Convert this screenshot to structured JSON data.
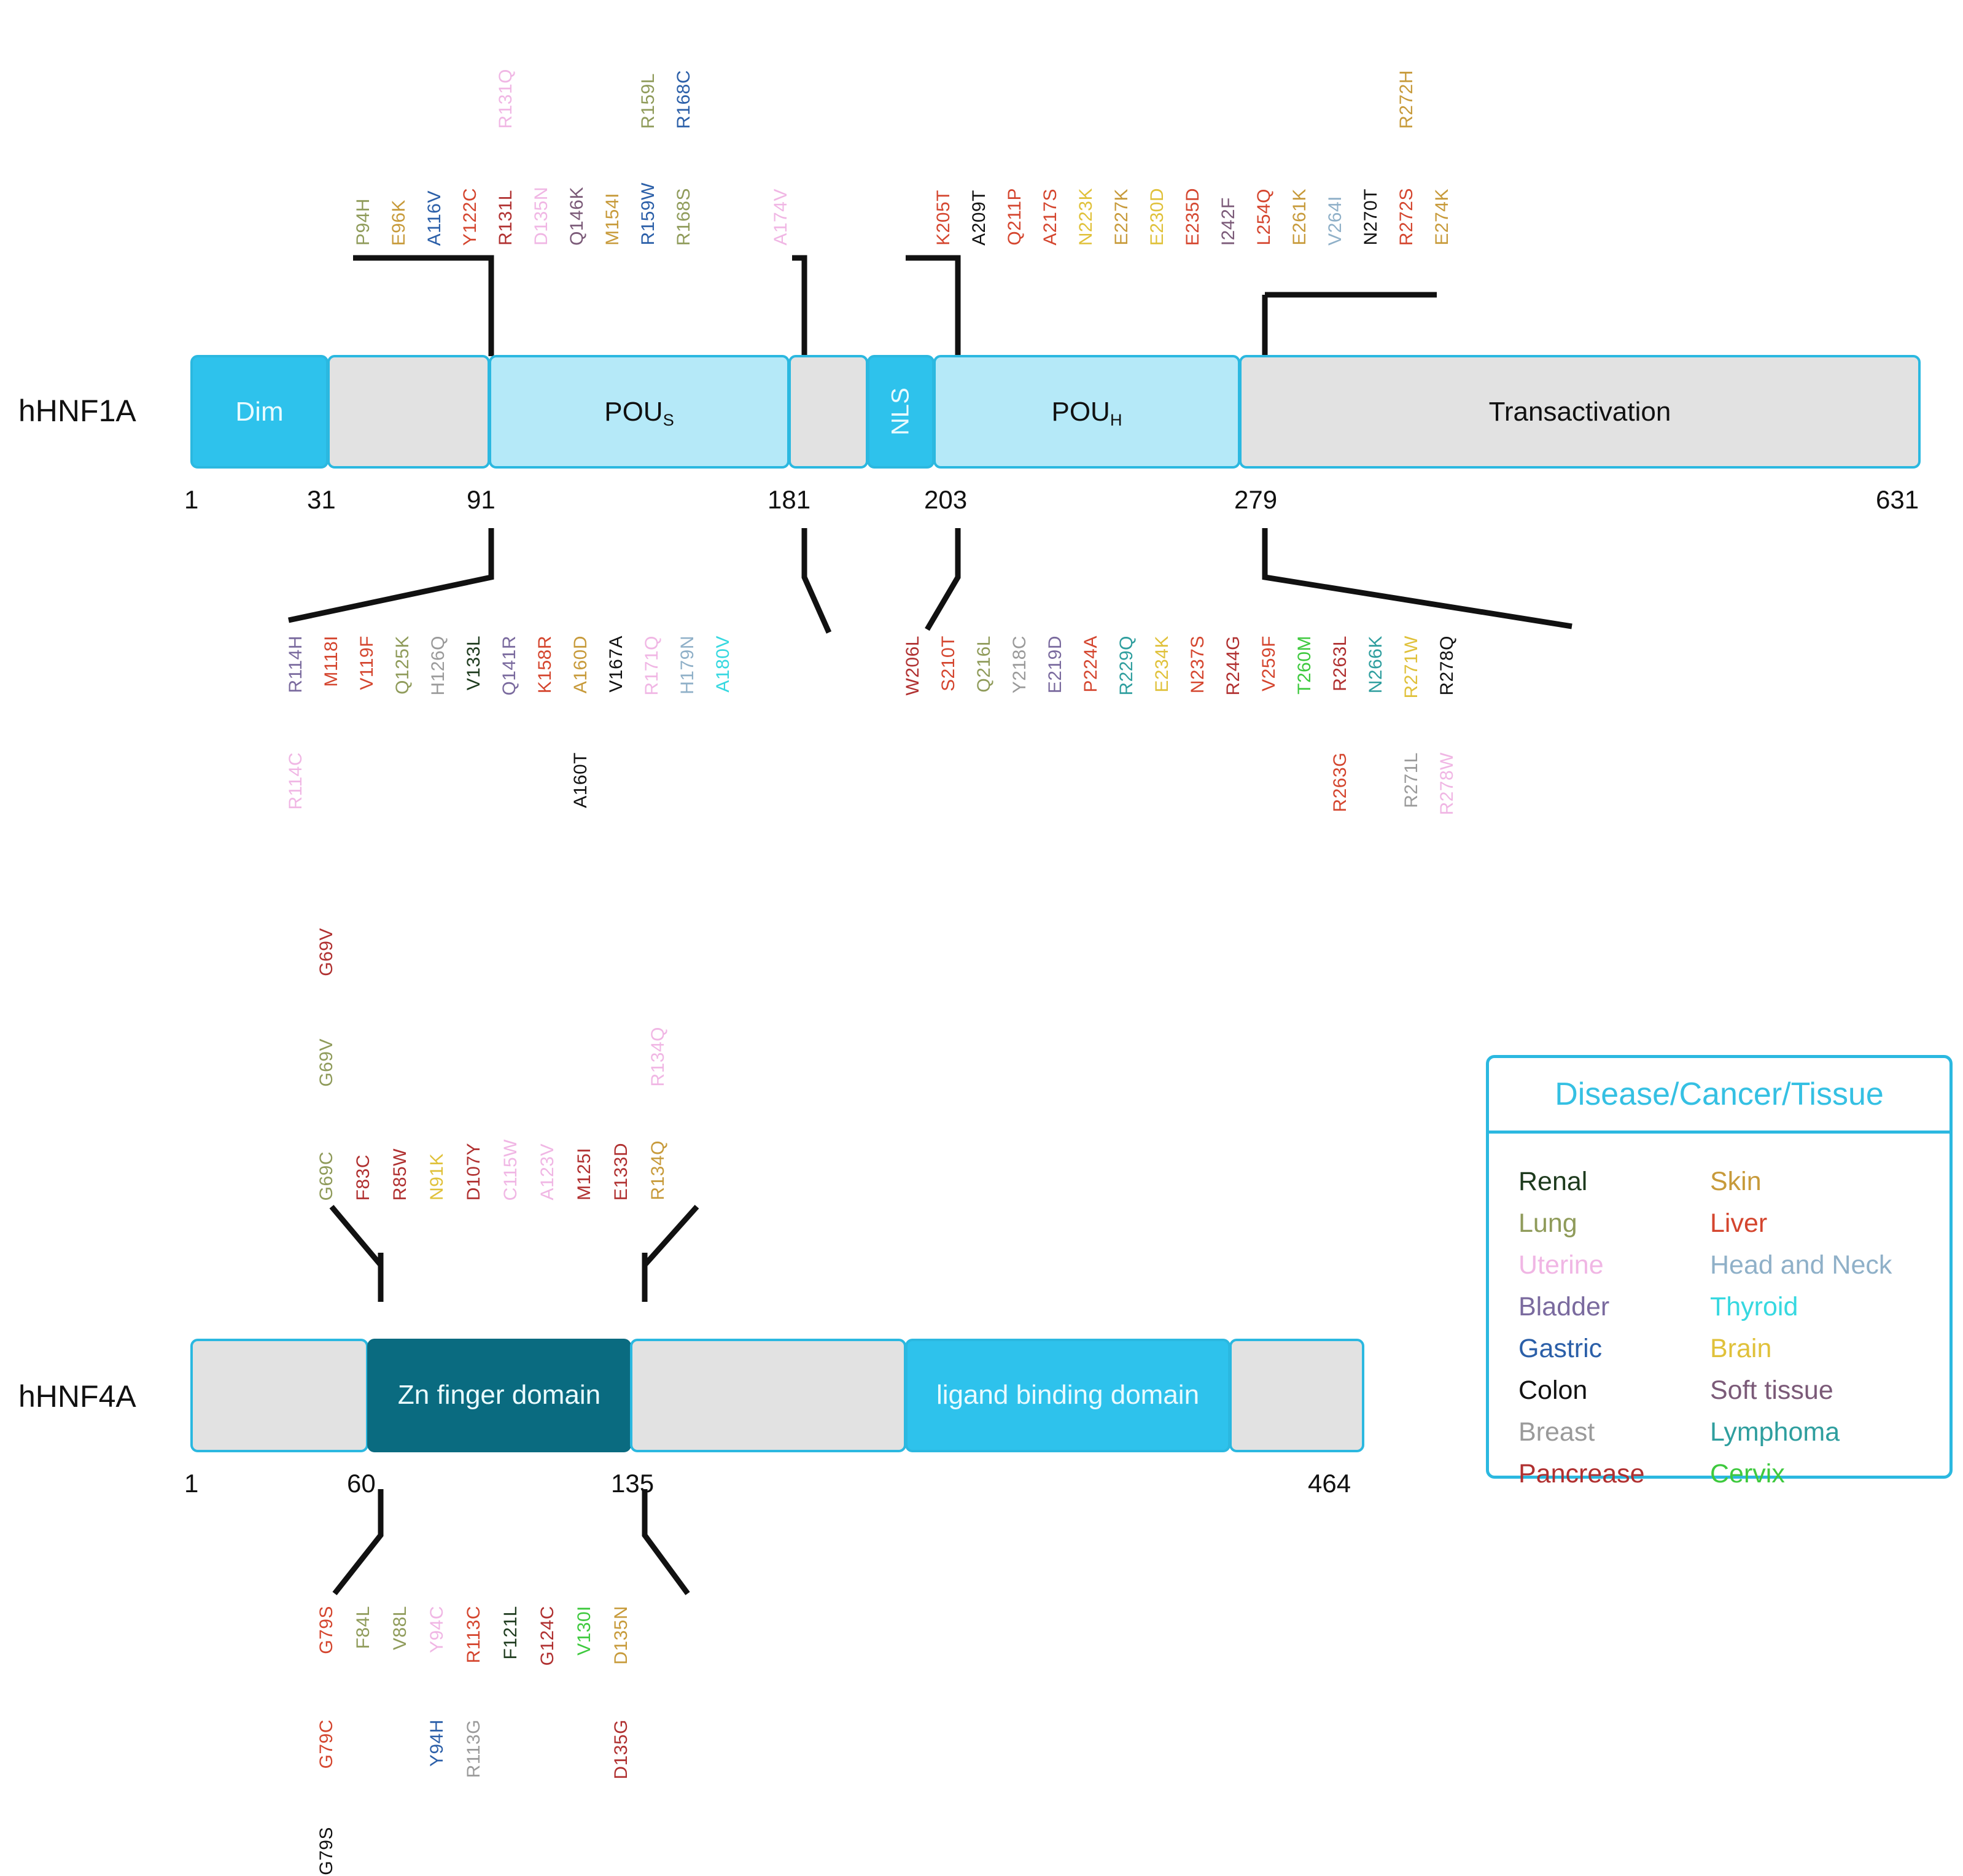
{
  "palette": {
    "renal": "#1d3a1d",
    "lung": "#8f9b5a",
    "uterine": "#f0b6e4",
    "bladder": "#7a6a9e",
    "gastric": "#2b5fa8",
    "colon": "#111111",
    "breast": "#9a9a9a",
    "pancrease": "#b03030",
    "skin": "#c79a3a",
    "liver": "#d4452e",
    "headneck": "#8fb0c8",
    "thyroid": "#36d8e0",
    "brain": "#e0c13a",
    "softtissue": "#7b5a78",
    "lymphoma": "#2e9e9e",
    "cervix": "#3ec93e",
    "bar_border": "#2bb8e0",
    "bar_gray": "#e2e2e2",
    "bar_cyan": "#2ec2ec",
    "bar_lightcyan": "#b5e9f8",
    "bar_teal": "#0a6b80"
  },
  "proteins": {
    "hnf1a": {
      "name": "hHNF1A",
      "segments": [
        {
          "label": "Dim",
          "style": "cyan"
        },
        {
          "label": "",
          "style": "gray"
        },
        {
          "label": "POUs",
          "style": "lightcyan",
          "sub": "S",
          "base": "POU"
        },
        {
          "label": "",
          "style": "gray"
        },
        {
          "label": "NLS",
          "style": "cyan",
          "vertical": true
        },
        {
          "label": "POUH",
          "style": "lightcyan",
          "sub": "H",
          "base": "POU"
        },
        {
          "label": "Transactivation",
          "style": "gray"
        }
      ],
      "ticks": [
        "1",
        "31",
        "91",
        "181",
        "203",
        "279",
        "631"
      ]
    },
    "hnf4a": {
      "name": "hHNF4A",
      "segments": [
        {
          "label": "",
          "style": "gray"
        },
        {
          "label": "Zn finger domain",
          "style": "teal"
        },
        {
          "label": "",
          "style": "gray"
        },
        {
          "label": "ligand binding domain",
          "style": "cyan"
        },
        {
          "label": "",
          "style": "gray"
        }
      ],
      "ticks": [
        "1",
        "60",
        "135",
        "464"
      ]
    }
  },
  "hnf1a_top_groups": [
    {
      "anchor_label": "91",
      "row1": [
        {
          "t": "P94H",
          "c": "lung"
        },
        {
          "t": "E96K",
          "c": "skin"
        },
        {
          "t": "A116V",
          "c": "gastric"
        },
        {
          "t": "Y122C",
          "c": "liver"
        },
        {
          "t": "R131L",
          "c": "pancrease"
        },
        {
          "t": "D135N",
          "c": "uterine"
        },
        {
          "t": "Q146K",
          "c": "softtissue"
        },
        {
          "t": "M154I",
          "c": "skin"
        },
        {
          "t": "R159W",
          "c": "gastric"
        },
        {
          "t": "R168S",
          "c": "lung"
        }
      ],
      "row2": [
        {
          "t": "R131Q",
          "c": "uterine",
          "over": "R131L"
        },
        {
          "t": "R159L",
          "c": "lung",
          "over": "R159W"
        },
        {
          "t": "R168C",
          "c": "gastric",
          "over": "R168S"
        }
      ]
    },
    {
      "anchor_label": "181",
      "row1": [
        {
          "t": "A174V",
          "c": "uterine"
        }
      ],
      "row2": []
    },
    {
      "anchor_label": "203",
      "row1": [
        {
          "t": "K205T",
          "c": "liver"
        },
        {
          "t": "A209T",
          "c": "colon"
        },
        {
          "t": "Q211P",
          "c": "liver"
        },
        {
          "t": "A217S",
          "c": "liver"
        },
        {
          "t": "N223K",
          "c": "brain"
        },
        {
          "t": "E227K",
          "c": "skin"
        },
        {
          "t": "E230D",
          "c": "brain"
        },
        {
          "t": "E235D",
          "c": "liver"
        },
        {
          "t": "I242F",
          "c": "softtissue"
        },
        {
          "t": "L254Q",
          "c": "liver"
        },
        {
          "t": "E261K",
          "c": "skin"
        },
        {
          "t": "V264I",
          "c": "headneck"
        },
        {
          "t": "N270T",
          "c": "colon"
        },
        {
          "t": "R272S",
          "c": "liver"
        },
        {
          "t": "E274K",
          "c": "skin"
        }
      ],
      "row2": [
        {
          "t": "R272H",
          "c": "skin",
          "over": "R272S"
        }
      ]
    }
  ],
  "hnf1a_bottom_groups": [
    {
      "anchor_label": "91",
      "row1": [
        {
          "t": "R114H",
          "c": "bladder"
        },
        {
          "t": "M118I",
          "c": "liver"
        },
        {
          "t": "V119F",
          "c": "liver"
        },
        {
          "t": "Q125K",
          "c": "lung"
        },
        {
          "t": "H126Q",
          "c": "breast"
        },
        {
          "t": "V133L",
          "c": "renal"
        },
        {
          "t": "Q141R",
          "c": "bladder"
        },
        {
          "t": "K158R",
          "c": "liver"
        },
        {
          "t": "A160D",
          "c": "skin"
        },
        {
          "t": "V167A",
          "c": "colon"
        },
        {
          "t": "R171Q",
          "c": "uterine"
        },
        {
          "t": "H179N",
          "c": "headneck"
        },
        {
          "t": "A180V",
          "c": "thyroid"
        }
      ],
      "row2": [
        {
          "t": "R114C",
          "c": "uterine",
          "over": "R114H"
        },
        {
          "t": "A160T",
          "c": "colon",
          "over": "A160D"
        }
      ]
    },
    {
      "anchor_label": "203",
      "row1": [
        {
          "t": "W206L",
          "c": "pancrease"
        },
        {
          "t": "S210T",
          "c": "liver"
        },
        {
          "t": "Q216L",
          "c": "lung"
        },
        {
          "t": "Y218C",
          "c": "breast"
        },
        {
          "t": "E219D",
          "c": "bladder"
        },
        {
          "t": "P224A",
          "c": "liver"
        },
        {
          "t": "R229Q",
          "c": "lymphoma"
        },
        {
          "t": "E234K",
          "c": "brain"
        },
        {
          "t": "N237S",
          "c": "liver"
        },
        {
          "t": "R244G",
          "c": "pancrease"
        },
        {
          "t": "V259F",
          "c": "liver"
        },
        {
          "t": "T260M",
          "c": "cervix"
        },
        {
          "t": "R263L",
          "c": "pancrease"
        },
        {
          "t": "N266K",
          "c": "lymphoma"
        },
        {
          "t": "R271W",
          "c": "brain"
        },
        {
          "t": "R278Q",
          "c": "colon"
        }
      ],
      "row2": [
        {
          "t": "R263G",
          "c": "liver",
          "over": "R263L"
        },
        {
          "t": "R271L",
          "c": "breast",
          "over": "R271W"
        },
        {
          "t": "R278W",
          "c": "uterine",
          "over": "R278Q"
        }
      ]
    }
  ],
  "hnf4a_top_groups": [
    {
      "anchor_label": "60",
      "row1": [
        {
          "t": "G69C",
          "c": "lung"
        },
        {
          "t": "F83C",
          "c": "pancrease"
        },
        {
          "t": "R85W",
          "c": "pancrease"
        },
        {
          "t": "N91K",
          "c": "brain"
        },
        {
          "t": "D107Y",
          "c": "pancrease"
        },
        {
          "t": "C115W",
          "c": "uterine"
        },
        {
          "t": "A123V",
          "c": "uterine"
        },
        {
          "t": "M125I",
          "c": "pancrease"
        },
        {
          "t": "E133D",
          "c": "pancrease"
        },
        {
          "t": "R134Q",
          "c": "skin"
        }
      ],
      "row2": [
        {
          "t": "G69V",
          "c": "lung",
          "over": "G69C"
        },
        {
          "t": "R134Q",
          "c": "uterine",
          "over": "R134Q"
        }
      ],
      "row3": [
        {
          "t": "G69V",
          "c": "pancrease",
          "over": "G69C"
        }
      ]
    }
  ],
  "hnf4a_bottom_groups": [
    {
      "anchor_label": "60",
      "row1": [
        {
          "t": "G79S",
          "c": "liver"
        },
        {
          "t": "F84L",
          "c": "lung"
        },
        {
          "t": "V88L",
          "c": "lung"
        },
        {
          "t": "Y94C",
          "c": "uterine"
        },
        {
          "t": "R113C",
          "c": "liver"
        },
        {
          "t": "F121L",
          "c": "renal"
        },
        {
          "t": "G124C",
          "c": "pancrease"
        },
        {
          "t": "V130I",
          "c": "cervix"
        },
        {
          "t": "D135N",
          "c": "skin"
        }
      ],
      "row2": [
        {
          "t": "G79C",
          "c": "liver",
          "over": "G79S"
        },
        {
          "t": "Y94H",
          "c": "gastric",
          "over": "Y94C"
        },
        {
          "t": "R113G",
          "c": "breast",
          "over": "R113C"
        },
        {
          "t": "D135G",
          "c": "pancrease",
          "over": "D135N"
        }
      ],
      "row3": [
        {
          "t": "G79S",
          "c": "colon",
          "over": "G79S"
        }
      ]
    }
  ],
  "legend": {
    "title": "Disease/Cancer/Tissue",
    "left_items": [
      {
        "label": "Renal",
        "color_key": "renal"
      },
      {
        "label": "Lung",
        "color_key": "lung"
      },
      {
        "label": "Uterine",
        "color_key": "uterine"
      },
      {
        "label": "Bladder",
        "color_key": "bladder"
      },
      {
        "label": "Gastric",
        "color_key": "gastric"
      },
      {
        "label": "Colon",
        "color_key": "colon"
      },
      {
        "label": "Breast",
        "color_key": "breast"
      },
      {
        "label": "Pancrease",
        "color_key": "pancrease"
      }
    ],
    "right_items": [
      {
        "label": "Skin",
        "color_key": "skin"
      },
      {
        "label": "Liver",
        "color_key": "liver"
      },
      {
        "label": "Head and Neck",
        "color_key": "headneck"
      },
      {
        "label": "Thyroid",
        "color_key": "thyroid"
      },
      {
        "label": "Brain",
        "color_key": "brain"
      },
      {
        "label": "Soft tissue",
        "color_key": "softtissue"
      },
      {
        "label": "Lymphoma",
        "color_key": "lymphoma"
      },
      {
        "label": "Cervix",
        "color_key": "cervix"
      }
    ]
  }
}
